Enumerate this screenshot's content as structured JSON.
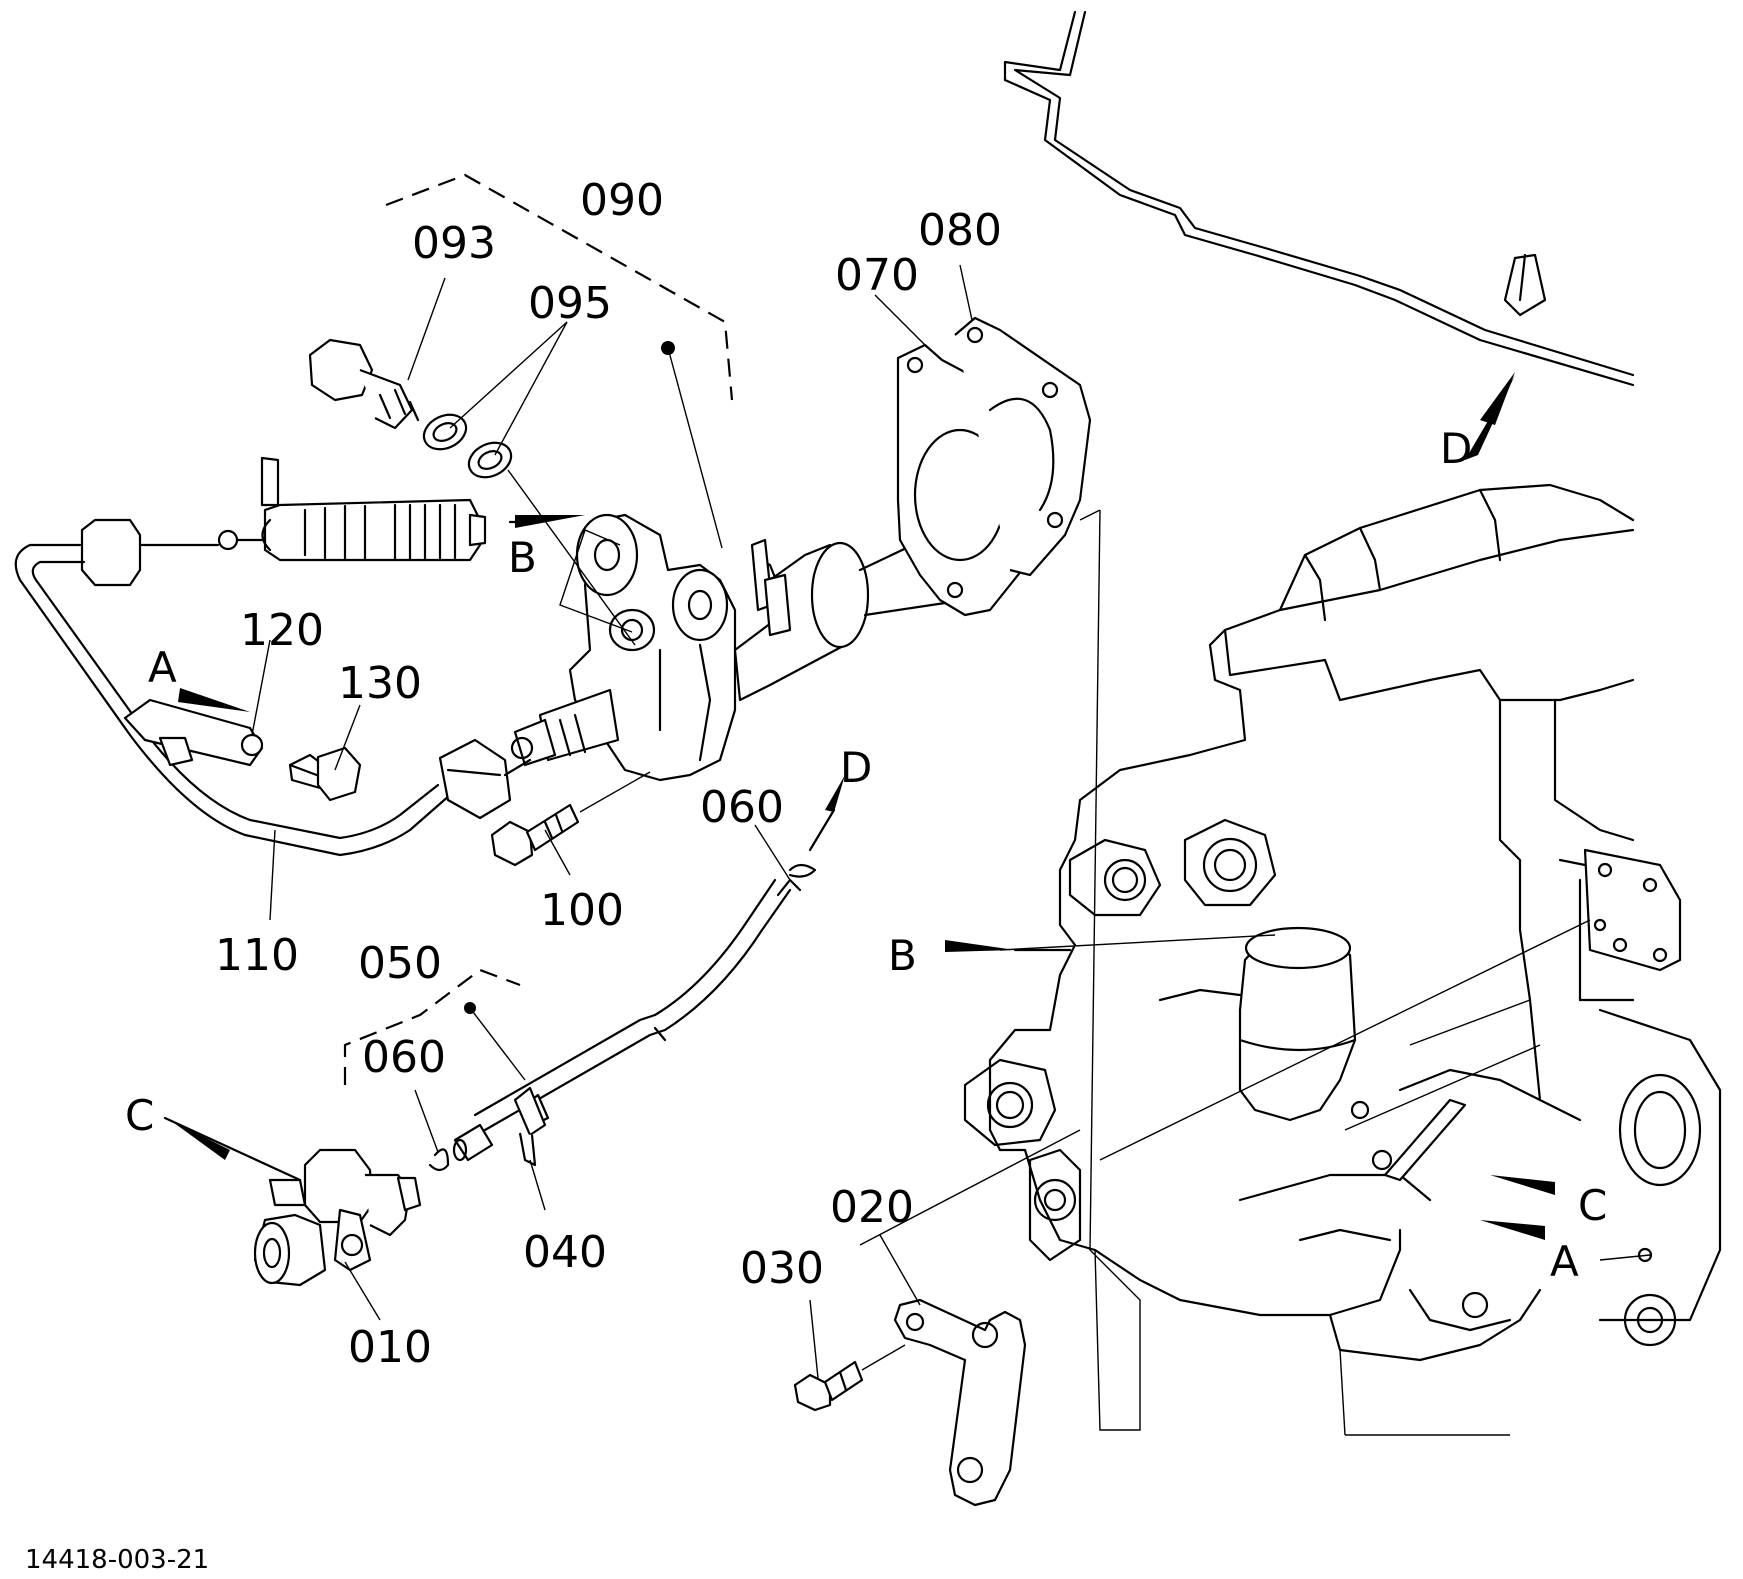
{
  "part_labels": {
    "p010": "010",
    "p020": "020",
    "p030": "030",
    "p040": "040",
    "p050": "050",
    "p060a": "060",
    "p060b": "060",
    "p070": "070",
    "p080": "080",
    "p090": "090",
    "p093": "093",
    "p095": "095",
    "p100": "100",
    "p110": "110",
    "p120": "120",
    "p130": "130"
  },
  "reference_letters": {
    "a_left": "A",
    "a_right": "A",
    "b_left": "B",
    "b_right": "B",
    "c_left": "C",
    "c_right": "C",
    "d_top": "D",
    "d_mid": "D"
  },
  "drawing_number": "14418-003-21"
}
